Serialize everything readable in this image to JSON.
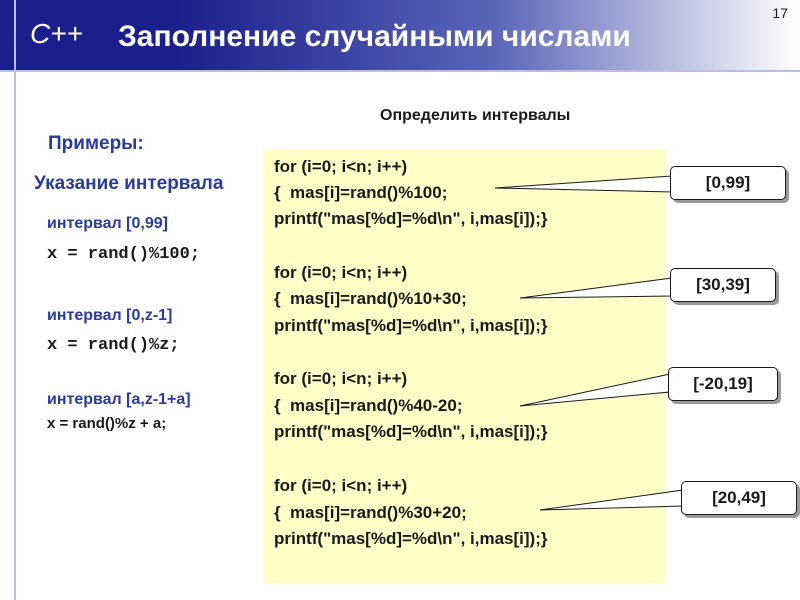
{
  "slide": {
    "page_number": "17",
    "logo": "C++",
    "title": "Заполнение случайными числами",
    "subtitle": "Определить интервалы"
  },
  "left": {
    "examples_heading": "Примеры:",
    "interval_heading": "Указание интервала",
    "items": [
      {
        "label": "интервал [0,99]",
        "code": "x = rand()%100;"
      },
      {
        "label": "интервал [0,z-1]",
        "code": "x = rand()%z;"
      },
      {
        "label": "интервал [a,z-1+a]",
        "code": "x = rand()%z + a;"
      }
    ]
  },
  "code_blocks": [
    {
      "line1": "for (i=0; i<n; i++)",
      "line2": "{  mas[i]=rand()%100;",
      "line3": "printf(\"mas[%d]=%d\\n\", i,mas[i]);}",
      "callout": "[0,99]"
    },
    {
      "line1": "for (i=0; i<n; i++)",
      "line2": "{  mas[i]=rand()%10+30;",
      "line3": "printf(\"mas[%d]=%d\\n\", i,mas[i]);}",
      "callout": "[30,39]"
    },
    {
      "line1": "for (i=0; i<n; i++)",
      "line2": "{  mas[i]=rand()%40-20;",
      "line3": "printf(\"mas[%d]=%d\\n\", i,mas[i]);}",
      "callout": "[-20,19]"
    },
    {
      "line1": "for (i=0; i<n; i++)",
      "line2": "{  mas[i]=rand()%30+20;",
      "line3": "printf(\"mas[%d]=%d\\n\", i,mas[i]);}",
      "callout": "[20,49]"
    }
  ],
  "colors": {
    "header_dark": "#1b1f8c",
    "heading_blue": "#2a3aa0",
    "code_background": "#ffffc8"
  }
}
